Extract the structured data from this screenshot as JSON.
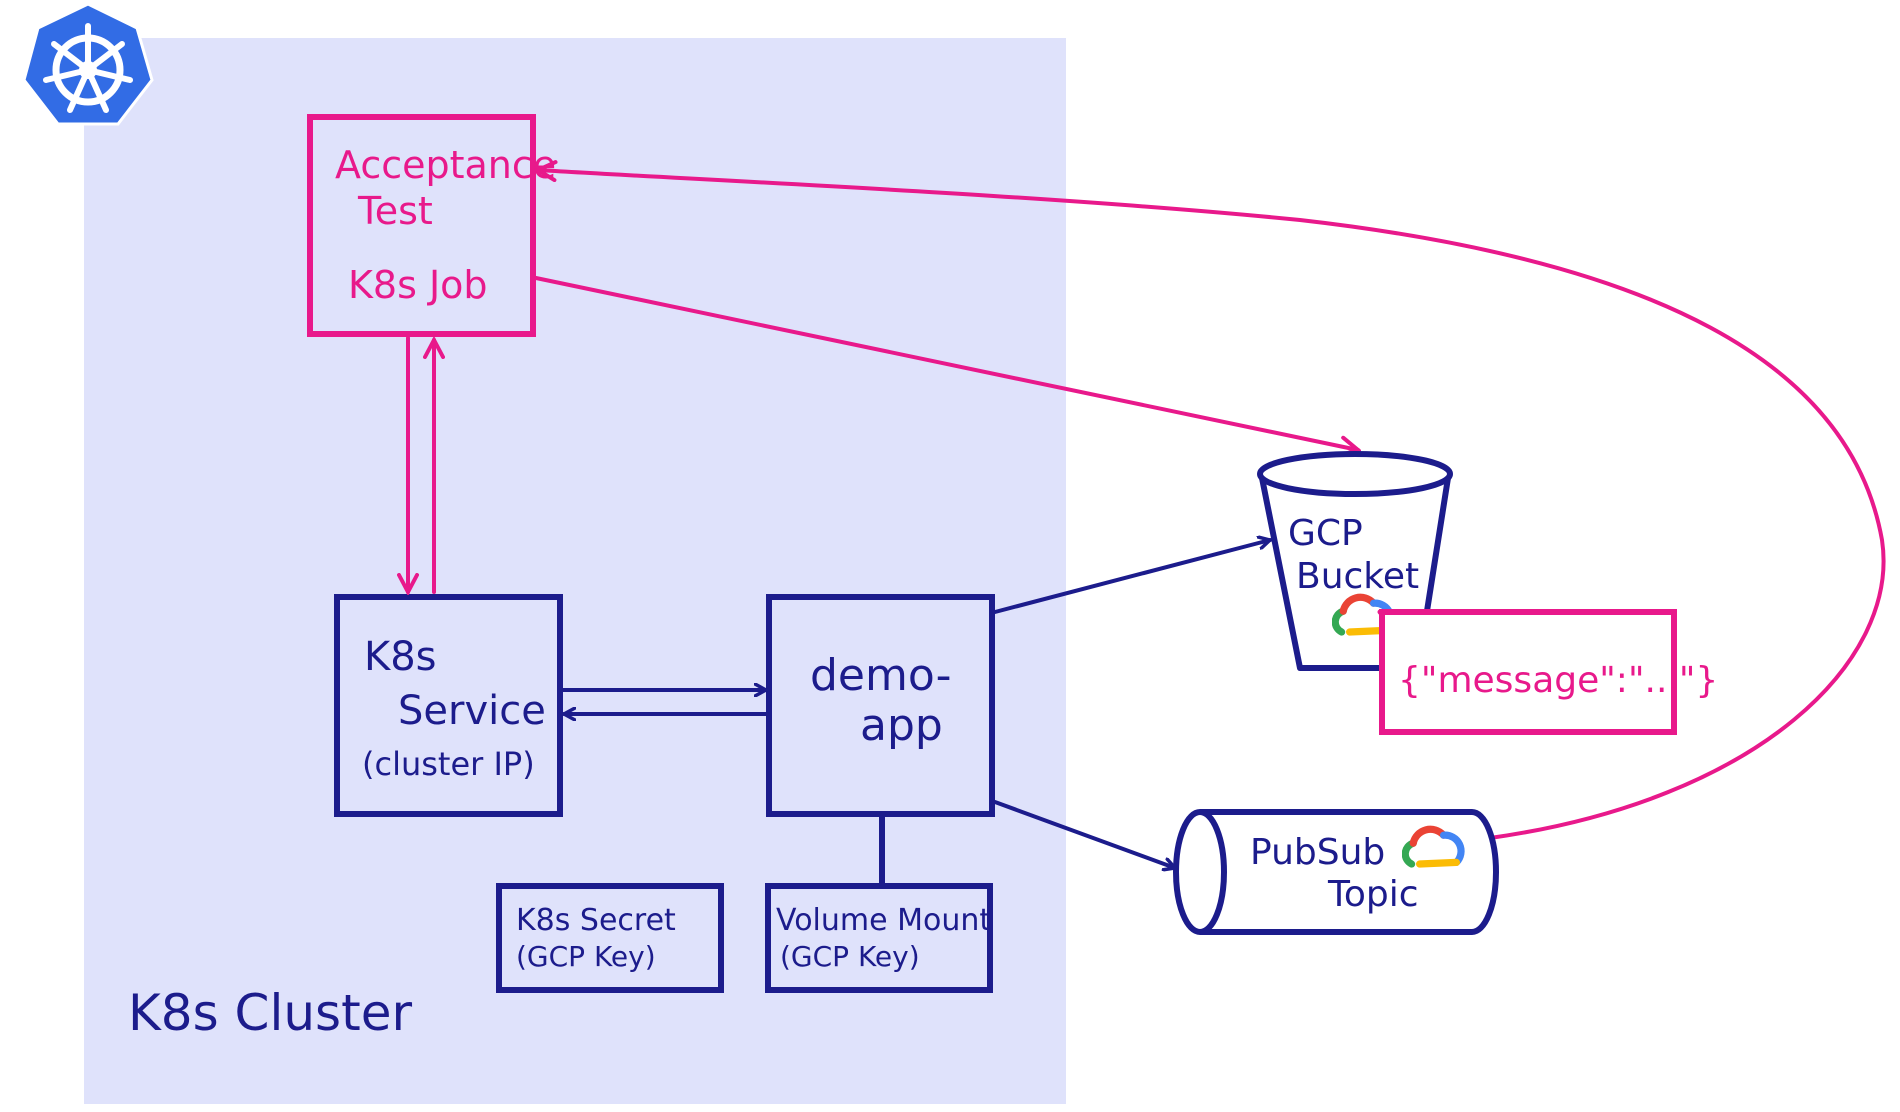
{
  "cluster": {
    "label": "K8s Cluster"
  },
  "acceptance_test": {
    "line1": "Acceptance",
    "line2": "Test",
    "line3": "K8s Job"
  },
  "k8s_service": {
    "line1": "K8s",
    "line2": "Service",
    "line3": "(cluster IP)"
  },
  "demo_app": {
    "line1": "demo-",
    "line2": "app"
  },
  "k8s_secret": {
    "line1": "K8s Secret",
    "line2": "(GCP Key)"
  },
  "volume_mount": {
    "line1": "Volume Mount",
    "line2": "(GCP Key)"
  },
  "gcp_bucket": {
    "line1": "GCP",
    "line2": "Bucket"
  },
  "message": {
    "text": "{\"message\":\"...\"}"
  },
  "pubsub": {
    "line1": "PubSub",
    "line2": "Topic"
  },
  "icons": {
    "logo": "kubernetes-wheel-icon",
    "cloud": "google-cloud-icon"
  },
  "colors": {
    "cluster_bg": "#dfe2fb",
    "navy": "#1c1c8c",
    "pink": "#e8198b",
    "k8s_blue": "#326ce5"
  }
}
